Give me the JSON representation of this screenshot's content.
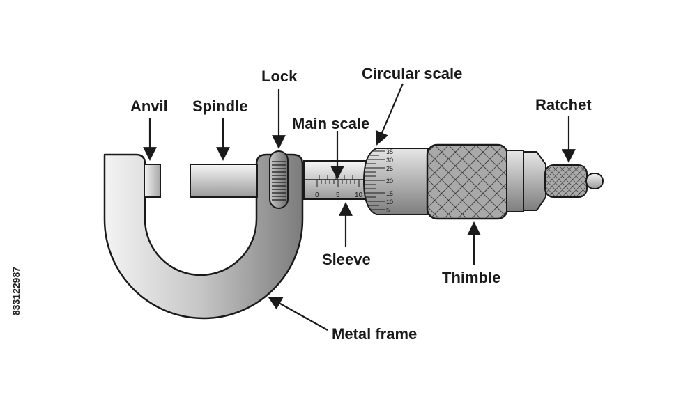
{
  "labels": {
    "anvil": "Anvil",
    "spindle": "Spindle",
    "lock": "Lock",
    "circular_scale": "Circular scale",
    "main_scale": "Main scale",
    "ratchet": "Ratchet",
    "sleeve": "Sleeve",
    "thimble": "Thimble",
    "metal_frame": "Metal frame"
  },
  "main_scale_ticks": [
    "0",
    "5",
    "10"
  ],
  "circular_scale_ticks": [
    "35",
    "30",
    "25",
    "20",
    "15",
    "10",
    "5"
  ],
  "stock_id": "833122987",
  "colors": {
    "stroke": "#1a1a1a",
    "metal_light": "#f2f2f2",
    "metal_dark": "#8a8a8a"
  }
}
